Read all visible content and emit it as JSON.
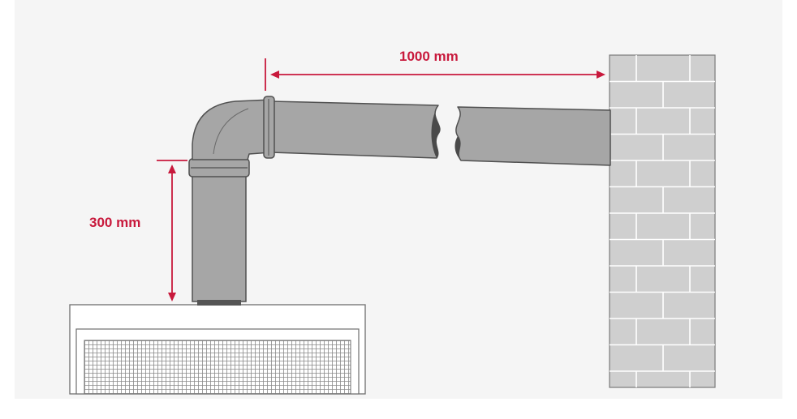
{
  "dimensions": {
    "horizontal": "1000 mm",
    "vertical": "300 mm"
  },
  "colors": {
    "background": "#f5f5f5",
    "dimension": "#c8193c",
    "pipe": "#a6a6a6",
    "pipe_outline": "#505050",
    "brick": "#cfcfcf",
    "mortar": "#ffffff",
    "boiler": "#ffffff"
  },
  "components": [
    "boiler",
    "vertical-flue-pipe",
    "elbow-bend",
    "horizontal-flue-pipe",
    "brick-wall"
  ]
}
